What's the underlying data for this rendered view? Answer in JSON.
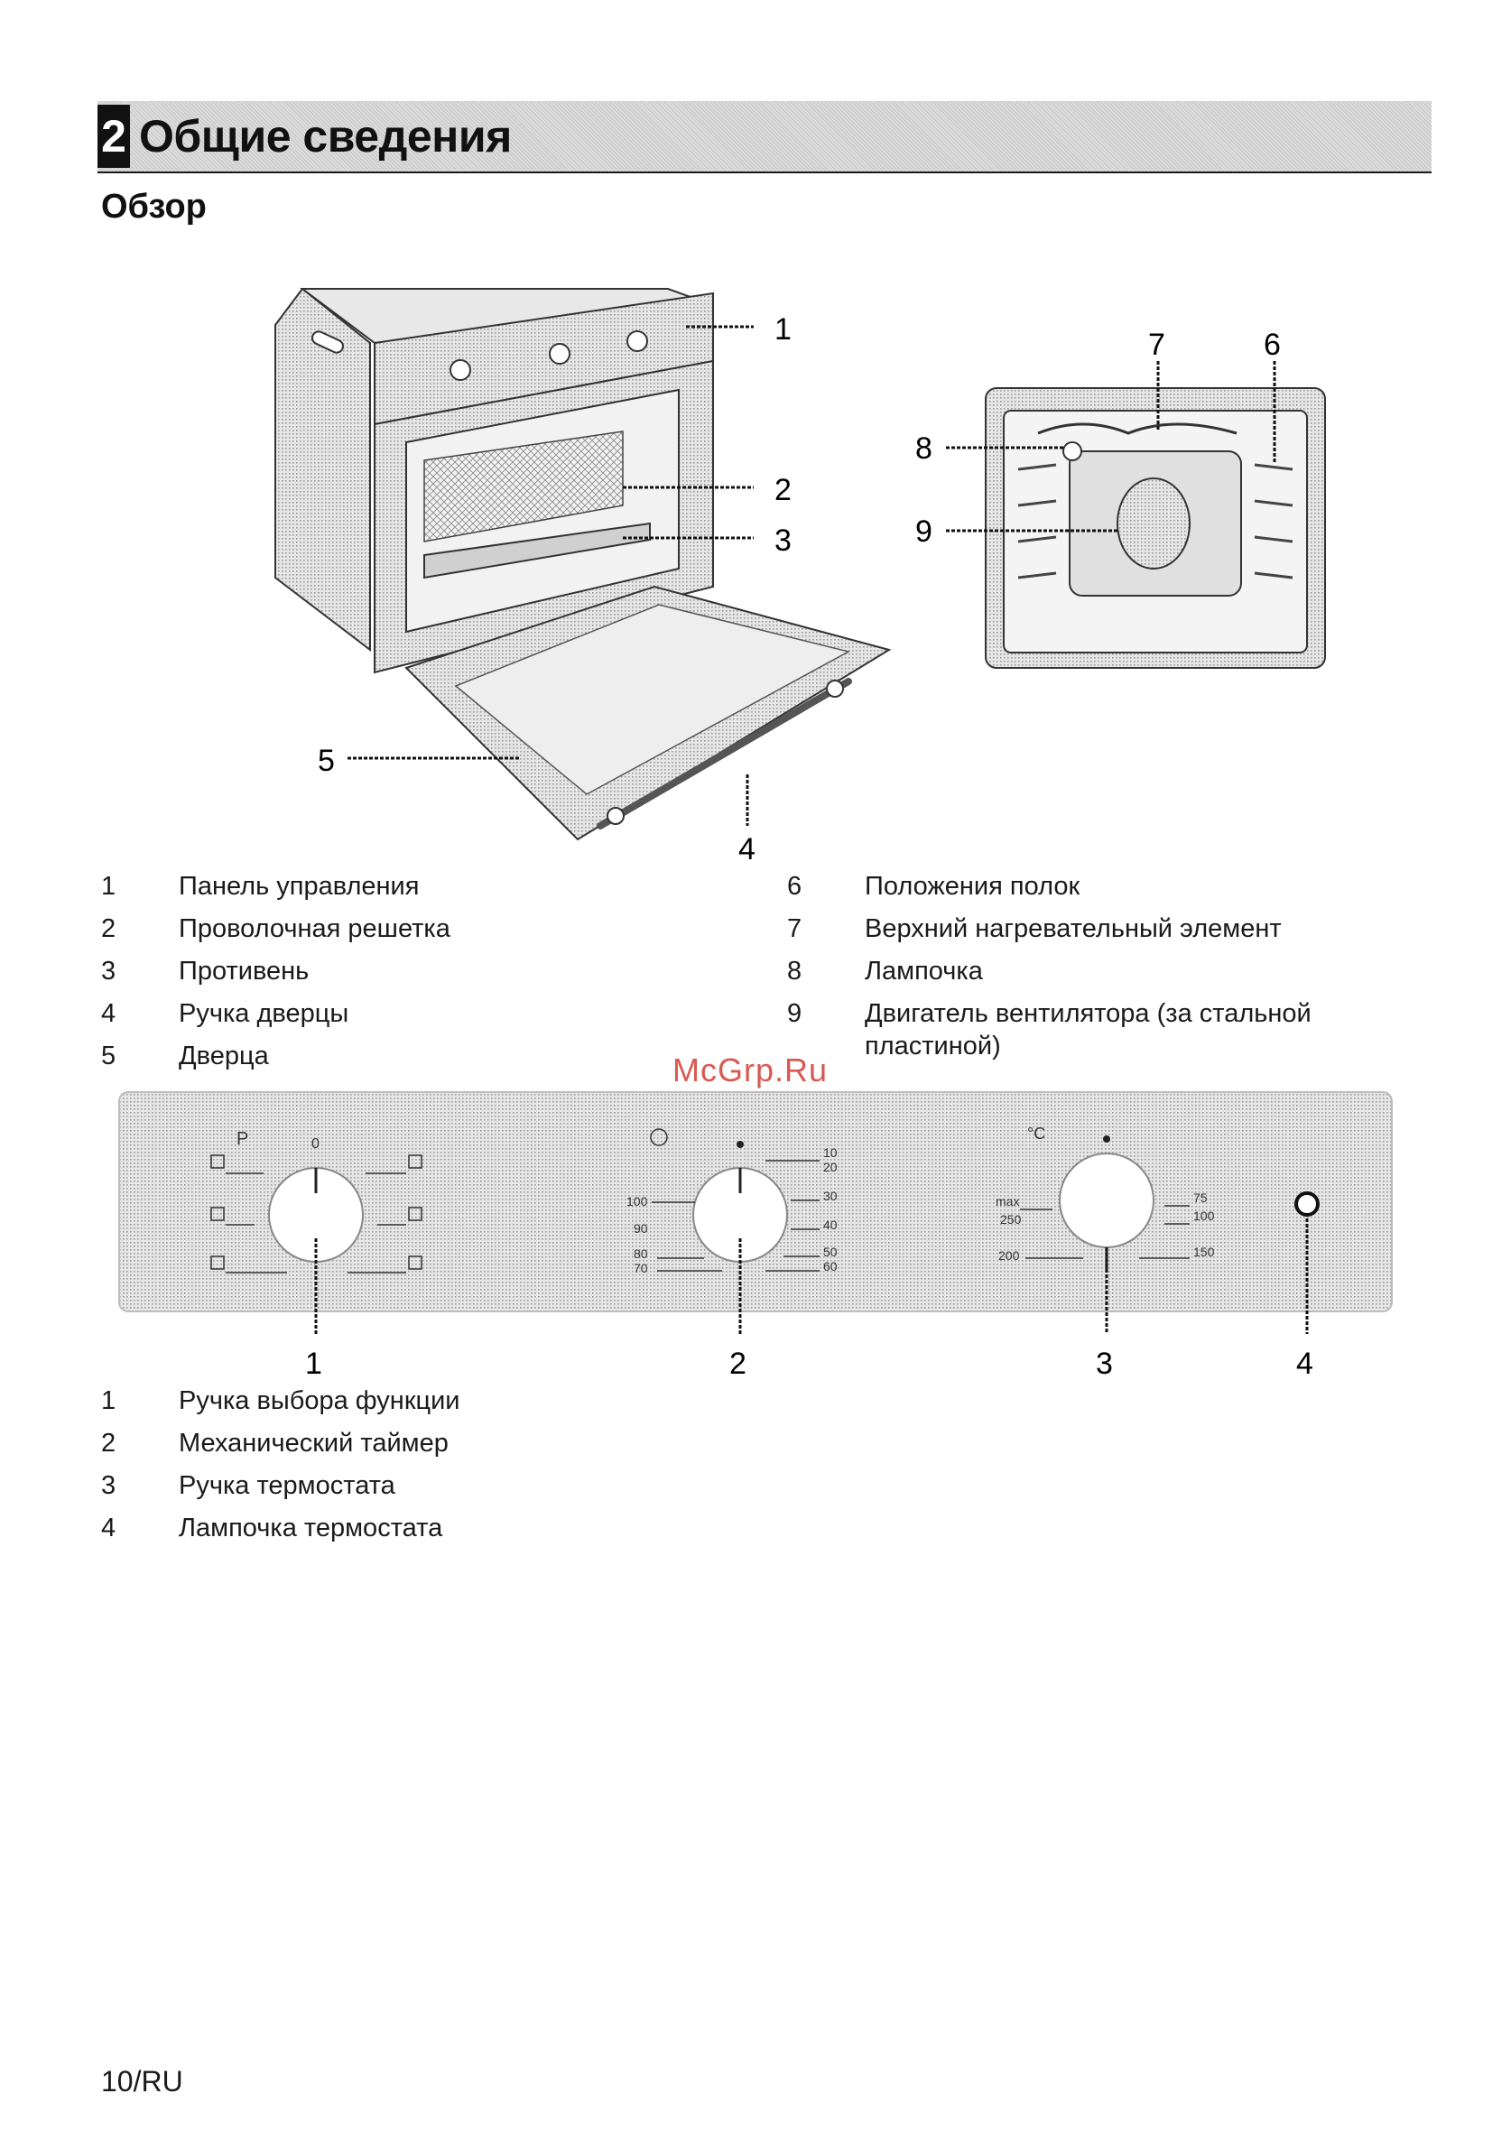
{
  "header": {
    "chapter_number": "2",
    "chapter_title": "Общие сведения"
  },
  "section_title": "Обзор",
  "oven_figure": {
    "callouts": [
      "1",
      "2",
      "3",
      "4",
      "5"
    ]
  },
  "cavity_figure": {
    "callouts": [
      "7",
      "6",
      "8",
      "9"
    ]
  },
  "legend_top_left": [
    {
      "num": "1",
      "text": "Панель управления"
    },
    {
      "num": "2",
      "text": "Проволочная решетка"
    },
    {
      "num": "3",
      "text": "Противень"
    },
    {
      "num": "4",
      "text": "Ручка дверцы"
    },
    {
      "num": "5",
      "text": "Дверца"
    }
  ],
  "legend_top_right": [
    {
      "num": "6",
      "text": "Положения полок"
    },
    {
      "num": "7",
      "text": "Верхний нагревательный элемент"
    },
    {
      "num": "8",
      "text": "Лампочка"
    },
    {
      "num": "9",
      "text": "Двигатель вентилятора (за стальной",
      "text2": "пластиной)"
    }
  ],
  "watermark": "McGrp.Ru",
  "control_panel": {
    "function_knob": {
      "top_left": "P",
      "top_center": "0"
    },
    "timer_knob": {
      "right_marks": [
        "10",
        "20",
        "30",
        "40",
        "50",
        "60"
      ],
      "left_marks": [
        "100",
        "90",
        "80",
        "70"
      ]
    },
    "thermostat_knob": {
      "unit": "°C",
      "left_marks": [
        "max",
        "250",
        "200"
      ],
      "right_marks": [
        "75",
        "100",
        "150"
      ]
    },
    "callouts": [
      "1",
      "2",
      "3",
      "4"
    ]
  },
  "legend_bottom": [
    {
      "num": "1",
      "text": "Ручка выбора функции"
    },
    {
      "num": "2",
      "text": "Механический таймер"
    },
    {
      "num": "3",
      "text": "Ручка термостата"
    },
    {
      "num": "4",
      "text": "Лампочка термостата"
    }
  ],
  "page_number": "10/RU"
}
